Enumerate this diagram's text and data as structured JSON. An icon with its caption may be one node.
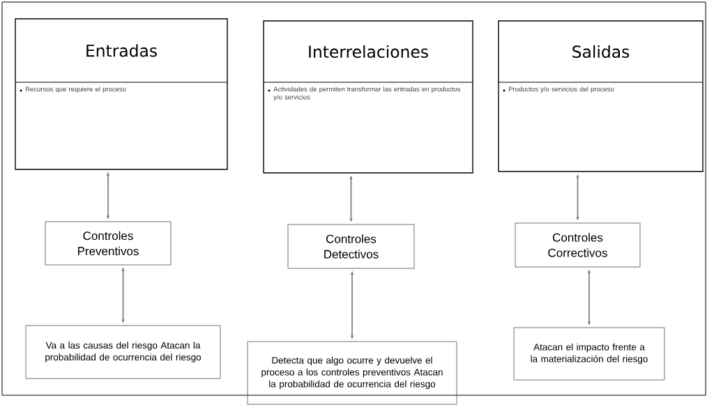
{
  "diagram": {
    "nodes": [
      {
        "text": [
          "Entradas",
          "Recursos que requiere el proceso"
        ]
      },
      {
        "text": [
          "Interrelaciones",
          "Actividades de permiten transformar las entradas en productos y/o servicios"
        ]
      },
      {
        "text": [
          "Salidas",
          "Productos y/o servicios del proceso"
        ]
      },
      {
        "text": [
          "Controles Preventivos"
        ]
      },
      {
        "text": [
          "Controles Detectivos"
        ]
      },
      {
        "text": [
          "Controles Correctivos"
        ]
      },
      {
        "text": [
          "Va a las causas del riesgo Atacan la probabilidad de ocurrencia del riesgo"
        ]
      },
      {
        "text": [
          "Detecta que algo ocurre y devuelve el proceso a los controles preventivos Atacan la probabilidad de ocurrencia del riesgo"
        ]
      },
      {
        "text": [
          "Atacan el impacto frente a la materialización del riesgo"
        ]
      }
    ],
    "edges": [
      {
        "from": 0,
        "to": 3,
        "arrow": "both"
      },
      {
        "from": 3,
        "to": 6,
        "arrow": "both"
      },
      {
        "from": 1,
        "to": 4,
        "arrow": "both"
      },
      {
        "from": 4,
        "to": 7,
        "arrow": "both"
      },
      {
        "from": 2,
        "to": 5,
        "arrow": "both"
      },
      {
        "from": 5,
        "to": 8,
        "arrow": "both"
      }
    ]
  }
}
